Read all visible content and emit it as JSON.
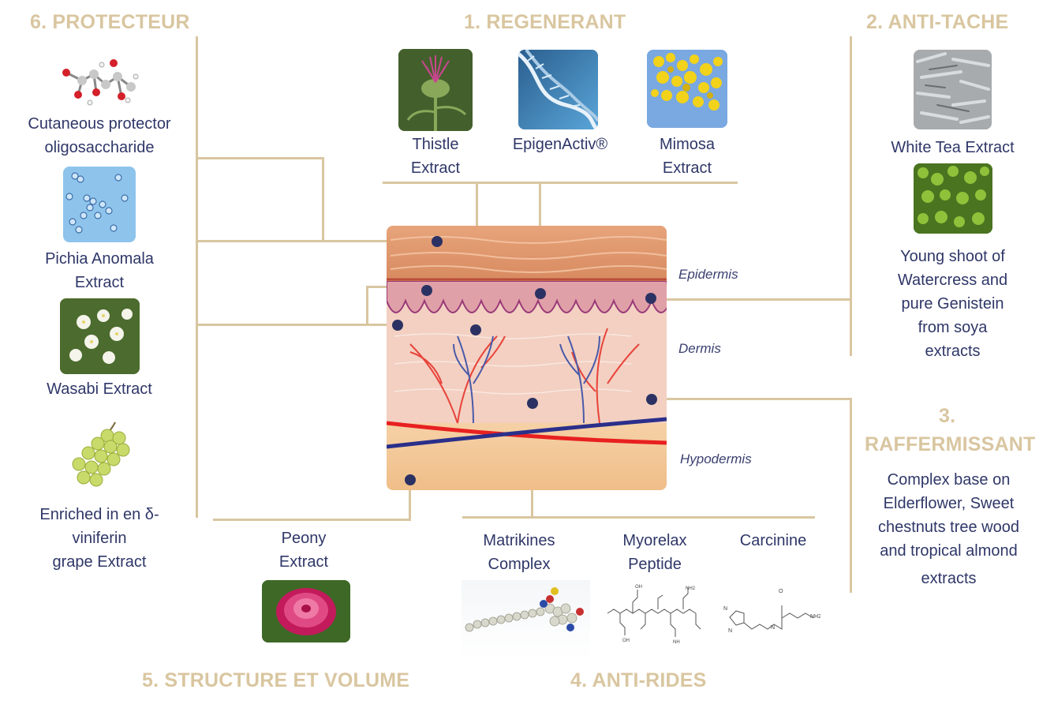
{
  "headings": {
    "protecteur": "6. PROTECTEUR",
    "regenerant": "1. REGENERANT",
    "antitache": "2. ANTI-TACHE",
    "raffermissant_num": "3.",
    "raffermissant": "RAFFERMISSANT",
    "structure": "5. STRUCTURE ET VOLUME",
    "antirides": "4. ANTI-RIDES"
  },
  "protecteur": [
    {
      "label": "Cutaneous protector\noligosaccharide",
      "icon": "molecule-icon"
    },
    {
      "label": "Pichia Anomala\nExtract",
      "icon": "yeast-cells-icon"
    },
    {
      "label": "Wasabi Extract",
      "icon": "wasabi-flower-icon"
    },
    {
      "label": "Enriched in en δ-\nviniferin\ngrape Extract",
      "icon": "grapes-icon"
    }
  ],
  "regenerant": [
    {
      "label": "Thistle\nExtract",
      "icon": "thistle-icon"
    },
    {
      "label": "EpigenActiv®",
      "icon": "dna-icon"
    },
    {
      "label": "Mimosa\nExtract",
      "icon": "mimosa-icon"
    }
  ],
  "antitache": [
    {
      "label": "White Tea Extract",
      "icon": "white-tea-icon"
    },
    {
      "label": "Young shoot of\nWatercress and\npure Genistein\nfrom soya\nextracts",
      "icon": "watercress-icon"
    }
  ],
  "raffermissant": {
    "label": "Complex base on\nElderflower, Sweet\nchestnuts tree wood\nand tropical almond",
    "label_last": "extracts"
  },
  "structure": [
    {
      "label": "Peony\nExtract",
      "icon": "peony-icon"
    }
  ],
  "antirides": [
    {
      "label": "Matrikines\nComplex",
      "icon": "peptide-model-icon"
    },
    {
      "label": "Myorelax\nPeptide",
      "icon": "peptide-structure-icon"
    },
    {
      "label": "Carcinine",
      "icon": "carcinine-structure-icon"
    }
  ],
  "skin_layers": {
    "epidermis": "Epidermis",
    "dermis": "Dermis",
    "hypodermis": "Hypodermis"
  },
  "colors": {
    "heading": "#d9c6a0",
    "text": "#2f3768",
    "connector": "#d9c6a0",
    "dot": "#2b3263",
    "epidermis": "#d9926a",
    "dermis": "#f0c7b8",
    "hypodermis": "#f3c99a"
  }
}
